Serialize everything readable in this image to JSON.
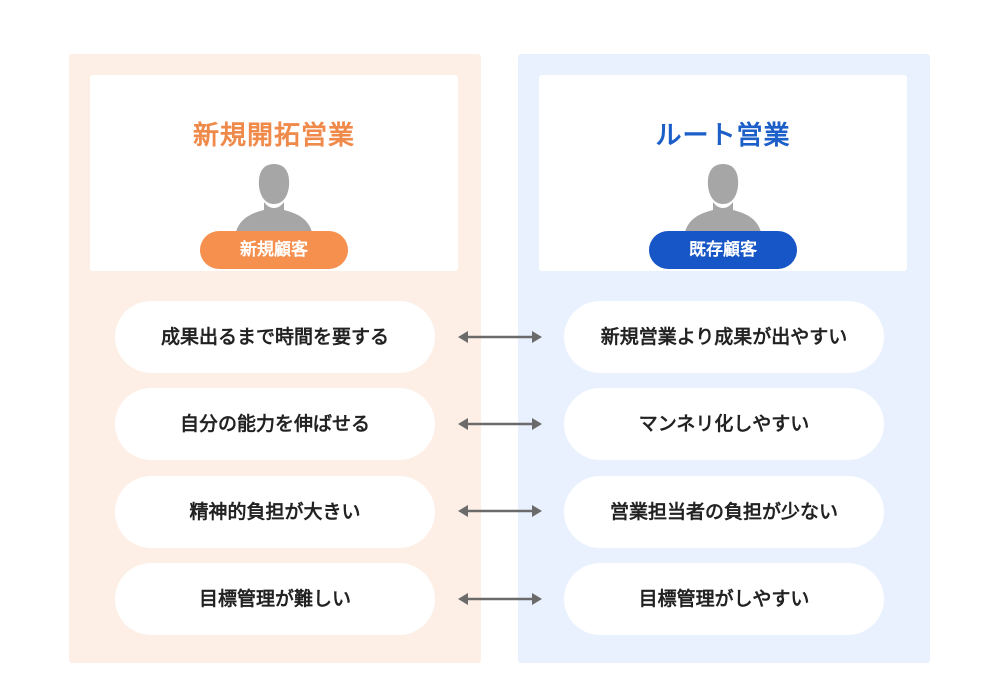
{
  "left": {
    "title": "新規開拓営業",
    "badge": "新規顧客",
    "items": [
      "成果出るまで時間を要する",
      "自分の能力を伸ばせる",
      "精神的負担が大きい",
      "目標管理が難しい"
    ]
  },
  "right": {
    "title": "ルート営業",
    "badge": "既存顧客",
    "items": [
      "新規営業より成果が出やすい",
      "マンネリ化しやすい",
      "営業担当者の負担が少ない",
      "目標管理がしやすい"
    ]
  },
  "colors": {
    "left_accent": "#f5904f",
    "right_accent": "#1756c6",
    "left_bg": "#fdefe6",
    "right_bg": "#e8f1fd",
    "arrow": "#6b6b6b"
  }
}
